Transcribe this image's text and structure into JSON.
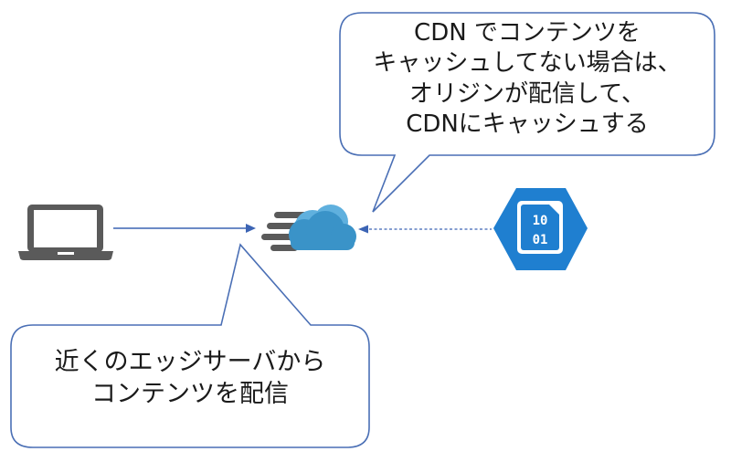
{
  "colors": {
    "bubble_border": "#4a6fb5",
    "arrow": "#3c64b4",
    "laptop": "#5a5a5a",
    "cloud_front": "#3a93c8",
    "cloud_back": "#5fb0de",
    "speed_lines": "#5a5a5a",
    "storage_hexagon": "#1f7fd0"
  },
  "icons": {
    "client": "laptop-icon",
    "cdn": "cdn-cloud-icon",
    "origin": "blob-storage-icon"
  },
  "origin_file_digits": [
    "10",
    "01"
  ],
  "callouts": {
    "top": {
      "lines": [
        "CDN でコンテンツを",
        "キャッシュしてない場合は、",
        "オリジンが配信して、",
        "CDNにキャッシュする"
      ]
    },
    "bottom": {
      "lines": [
        "近くのエッジサーバから",
        "コンテンツを配信"
      ]
    }
  }
}
